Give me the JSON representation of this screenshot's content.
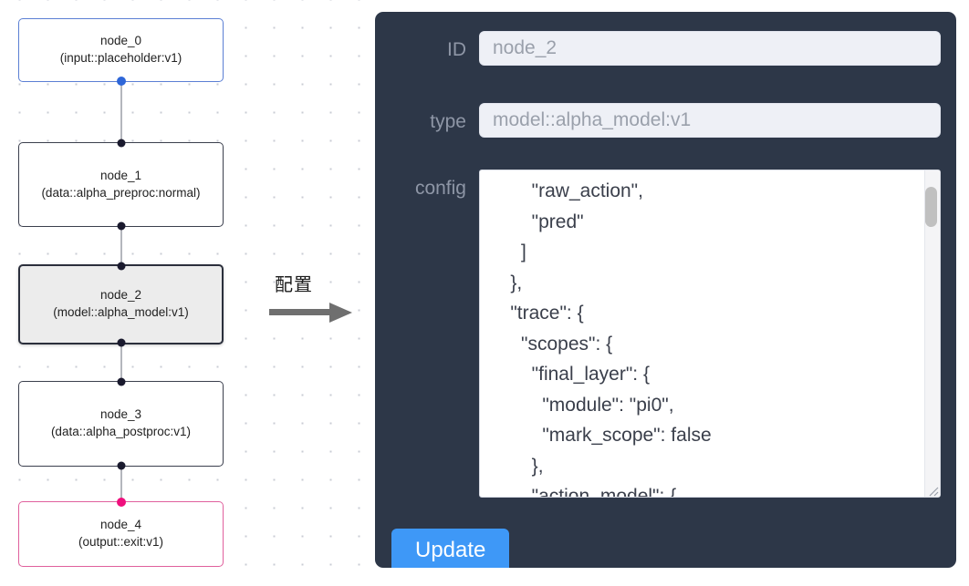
{
  "canvas": {
    "nodes": [
      {
        "id": "node_0",
        "type": "(input::placeholder:v1)",
        "variant": "blue",
        "selected": false
      },
      {
        "id": "node_1",
        "type": "(data::alpha_preproc:normal)",
        "variant": "default",
        "selected": false
      },
      {
        "id": "node_2",
        "type": "(model::alpha_model:v1)",
        "variant": "default",
        "selected": true
      },
      {
        "id": "node_3",
        "type": "(data::alpha_postproc:v1)",
        "variant": "default",
        "selected": false
      },
      {
        "id": "node_4",
        "type": "(output::exit:v1)",
        "variant": "pink",
        "selected": false
      }
    ],
    "handle_colors": {
      "blue": "#2e66d8",
      "pink": "#ef0f7d",
      "default": "#1a1a2e"
    },
    "node_border_colors": {
      "blue": "#5b7fd4",
      "pink": "#e0609d",
      "default": "#3b3f4d",
      "selected": "#2b2f3c"
    },
    "selected_fill": "#ececec"
  },
  "arrow": {
    "label": "配置",
    "color": "#6f6f6f"
  },
  "panel": {
    "background": "#2d3748",
    "fields": [
      {
        "label": "ID",
        "value": "node_2"
      },
      {
        "label": "type",
        "value": "model::alpha_model:v1"
      },
      {
        "label": "config",
        "value": ""
      }
    ],
    "id_label": "ID",
    "id_value": "node_2",
    "type_label": "type",
    "type_value": "model::alpha_model:v1",
    "config_label": "config",
    "config_value": "        \"raw_action\",\n        \"pred\"\n      ]\n    },\n    \"trace\": {\n      \"scopes\": {\n        \"final_layer\": {\n          \"module\": \"pi0\",\n          \"mark_scope\": false\n        },\n        \"action_model\": {",
    "update_button": "Update",
    "update_button_color": "#3e98f7"
  }
}
